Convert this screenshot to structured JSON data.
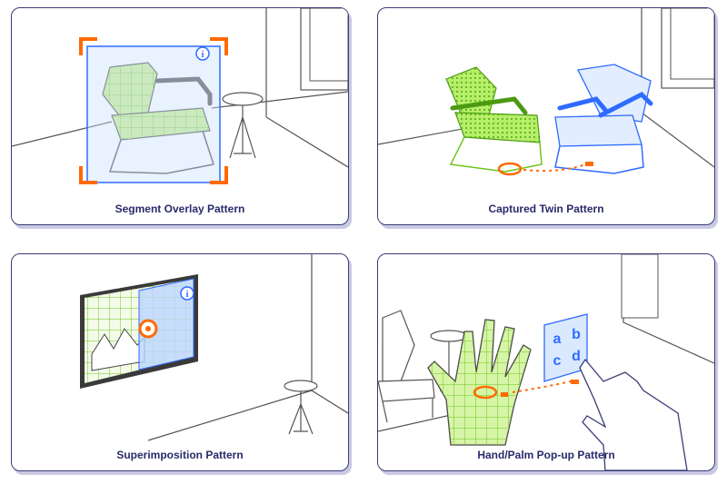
{
  "panels": [
    {
      "id": "segment",
      "caption": "Segment Overlay Pattern"
    },
    {
      "id": "twin",
      "caption": "Captured Twin Pattern"
    },
    {
      "id": "superimposition",
      "caption": "Superimposition Pattern"
    },
    {
      "id": "handpalm",
      "caption": "Hand/Palm Pop-up Pattern"
    }
  ],
  "letters": [
    "a",
    "b",
    "c",
    "d"
  ],
  "colors": {
    "outline": "#3b3b7a",
    "lime": "#9be03a",
    "grid": "#6ec41f",
    "orange": "#ff6a00",
    "blue": "#2f6bff",
    "light_blue": "#dbe9ff",
    "shadow": "#c9c9e3"
  }
}
